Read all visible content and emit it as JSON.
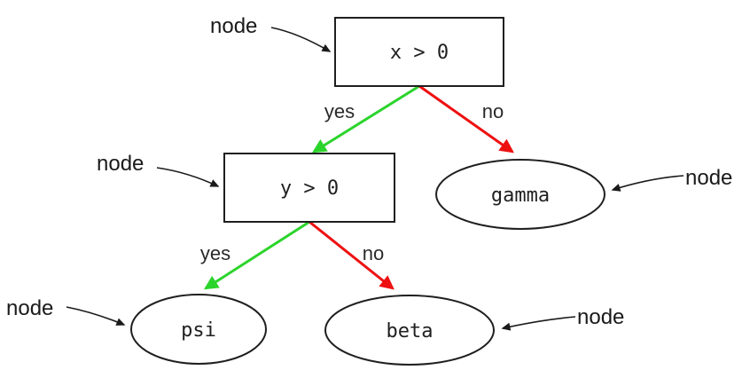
{
  "diagram": {
    "type": "decision-tree",
    "background": "#ffffff",
    "nodes": [
      {
        "id": "root",
        "shape": "rect",
        "label": "x > 0"
      },
      {
        "id": "y-test",
        "shape": "rect",
        "label": "y > 0"
      },
      {
        "id": "gamma",
        "shape": "ellipse",
        "label": "gamma"
      },
      {
        "id": "psi",
        "shape": "ellipse",
        "label": "psi"
      },
      {
        "id": "beta",
        "shape": "ellipse",
        "label": "beta"
      }
    ],
    "edges": [
      {
        "from": "x > 0",
        "to": "y > 0",
        "label": "yes",
        "color": "#2bd42b"
      },
      {
        "from": "x > 0",
        "to": "gamma",
        "label": "no",
        "color": "#ee1111"
      },
      {
        "from": "y > 0",
        "to": "psi",
        "label": "yes",
        "color": "#2bd42b"
      },
      {
        "from": "y > 0",
        "to": "beta",
        "label": "no",
        "color": "#ee1111"
      }
    ],
    "annotations": [
      {
        "label": "node",
        "points_to": "x > 0"
      },
      {
        "label": "node",
        "points_to": "y > 0"
      },
      {
        "label": "node",
        "points_to": "gamma"
      },
      {
        "label": "node",
        "points_to": "psi"
      },
      {
        "label": "node",
        "points_to": "beta"
      }
    ],
    "colors": {
      "yes_edge": "#2bd42b",
      "no_edge": "#ee1111",
      "outline": "#1f1f1f",
      "text": "#1f1f1f",
      "annotation": "#1a1a1a"
    }
  }
}
